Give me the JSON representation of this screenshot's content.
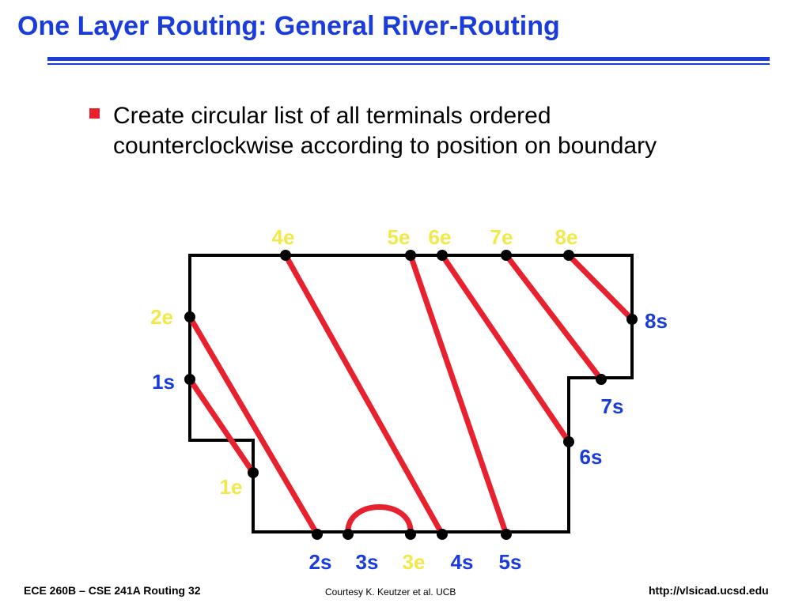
{
  "slide": {
    "title": "One Layer Routing: General River-Routing",
    "bullet": {
      "line1": "Create circular list of all terminals ordered",
      "line2": "counterclockwise according to position on boundary"
    },
    "colors": {
      "title": "#1a3cdc",
      "bullet_marker": "#e8212e",
      "wire": "#e8212e",
      "start_label": "#1a3cdc",
      "end_label": "#f2e84a",
      "boundary": "#000000"
    }
  },
  "diagram": {
    "terminals": [
      {
        "id": "4e",
        "label": "4e",
        "kind": "end"
      },
      {
        "id": "5e",
        "label": "5e",
        "kind": "end"
      },
      {
        "id": "6e",
        "label": "6e",
        "kind": "end"
      },
      {
        "id": "7e",
        "label": "7e",
        "kind": "end"
      },
      {
        "id": "8e",
        "label": "8e",
        "kind": "end"
      },
      {
        "id": "2e",
        "label": "2e",
        "kind": "end"
      },
      {
        "id": "8s",
        "label": "8s",
        "kind": "start"
      },
      {
        "id": "1s",
        "label": "1s",
        "kind": "start"
      },
      {
        "id": "7s",
        "label": "7s",
        "kind": "start"
      },
      {
        "id": "6s",
        "label": "6s",
        "kind": "start"
      },
      {
        "id": "1e",
        "label": "1e",
        "kind": "end"
      },
      {
        "id": "2s",
        "label": "2s",
        "kind": "start"
      },
      {
        "id": "3s",
        "label": "3s",
        "kind": "start"
      },
      {
        "id": "3e",
        "label": "3e",
        "kind": "end"
      },
      {
        "id": "4s",
        "label": "4s",
        "kind": "start"
      },
      {
        "id": "5s",
        "label": "5s",
        "kind": "start"
      }
    ],
    "nets": [
      {
        "net": "1",
        "from": "1s",
        "to": "1e"
      },
      {
        "net": "2",
        "from": "2s",
        "to": "2e"
      },
      {
        "net": "3",
        "from": "3s",
        "to": "3e",
        "shape": "arc"
      },
      {
        "net": "4",
        "from": "4s",
        "to": "4e"
      },
      {
        "net": "5",
        "from": "5s",
        "to": "5e"
      },
      {
        "net": "6",
        "from": "6s",
        "to": "6e"
      },
      {
        "net": "7",
        "from": "7s",
        "to": "7e"
      },
      {
        "net": "8",
        "from": "8s",
        "to": "8e"
      }
    ]
  },
  "footer": {
    "left": "ECE 260B – CSE 241A Routing 32",
    "center": "Courtesy K. Keutzer et al. UCB",
    "right": "http://vlsicad.ucsd.edu"
  }
}
